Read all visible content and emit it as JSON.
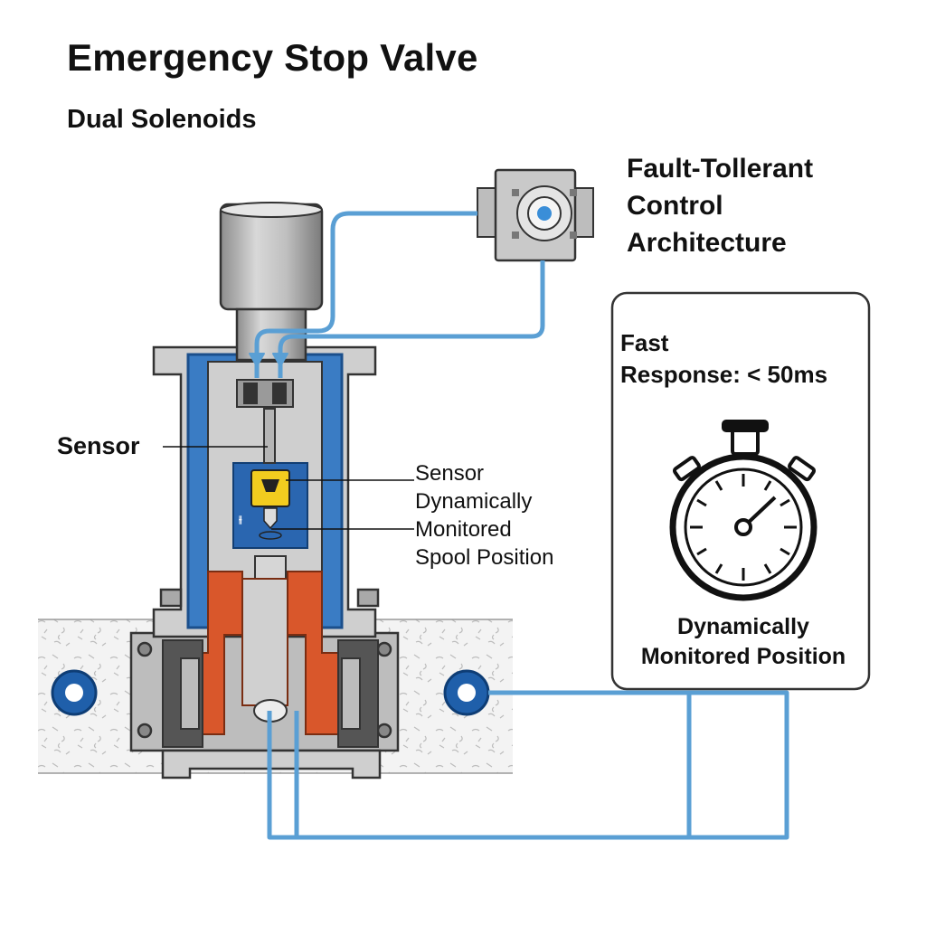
{
  "title": "Emergency Stop Valve",
  "subtitle": "Dual Solenoids",
  "control_architecture": {
    "line1": "Fault-Tollerant",
    "line2": "Control",
    "line3": "Architecture"
  },
  "sensor_label": "Sensor",
  "spool_callout": {
    "line1": "Sensor",
    "line2": "Dynamically",
    "line3": "Monitored",
    "line4": "Spool Position"
  },
  "response_panel": {
    "line1": "Fast",
    "line2": "Response: < 50ms",
    "footer_line1": "Dynamically",
    "footer_line2": "Monitored Position"
  },
  "colors": {
    "signal_line": "#5a9fd4",
    "valve_body": "#c9c9c9",
    "coil_blue": "#2a66b0",
    "seal_orange": "#d9572b",
    "sensor_yellow": "#f2cc1f",
    "port_blue": "#1f5faa"
  },
  "icons": [
    "solenoid-actuator-icon",
    "control-module-icon",
    "stopwatch-icon",
    "sensor-chip-icon",
    "port-ring-icon"
  ]
}
